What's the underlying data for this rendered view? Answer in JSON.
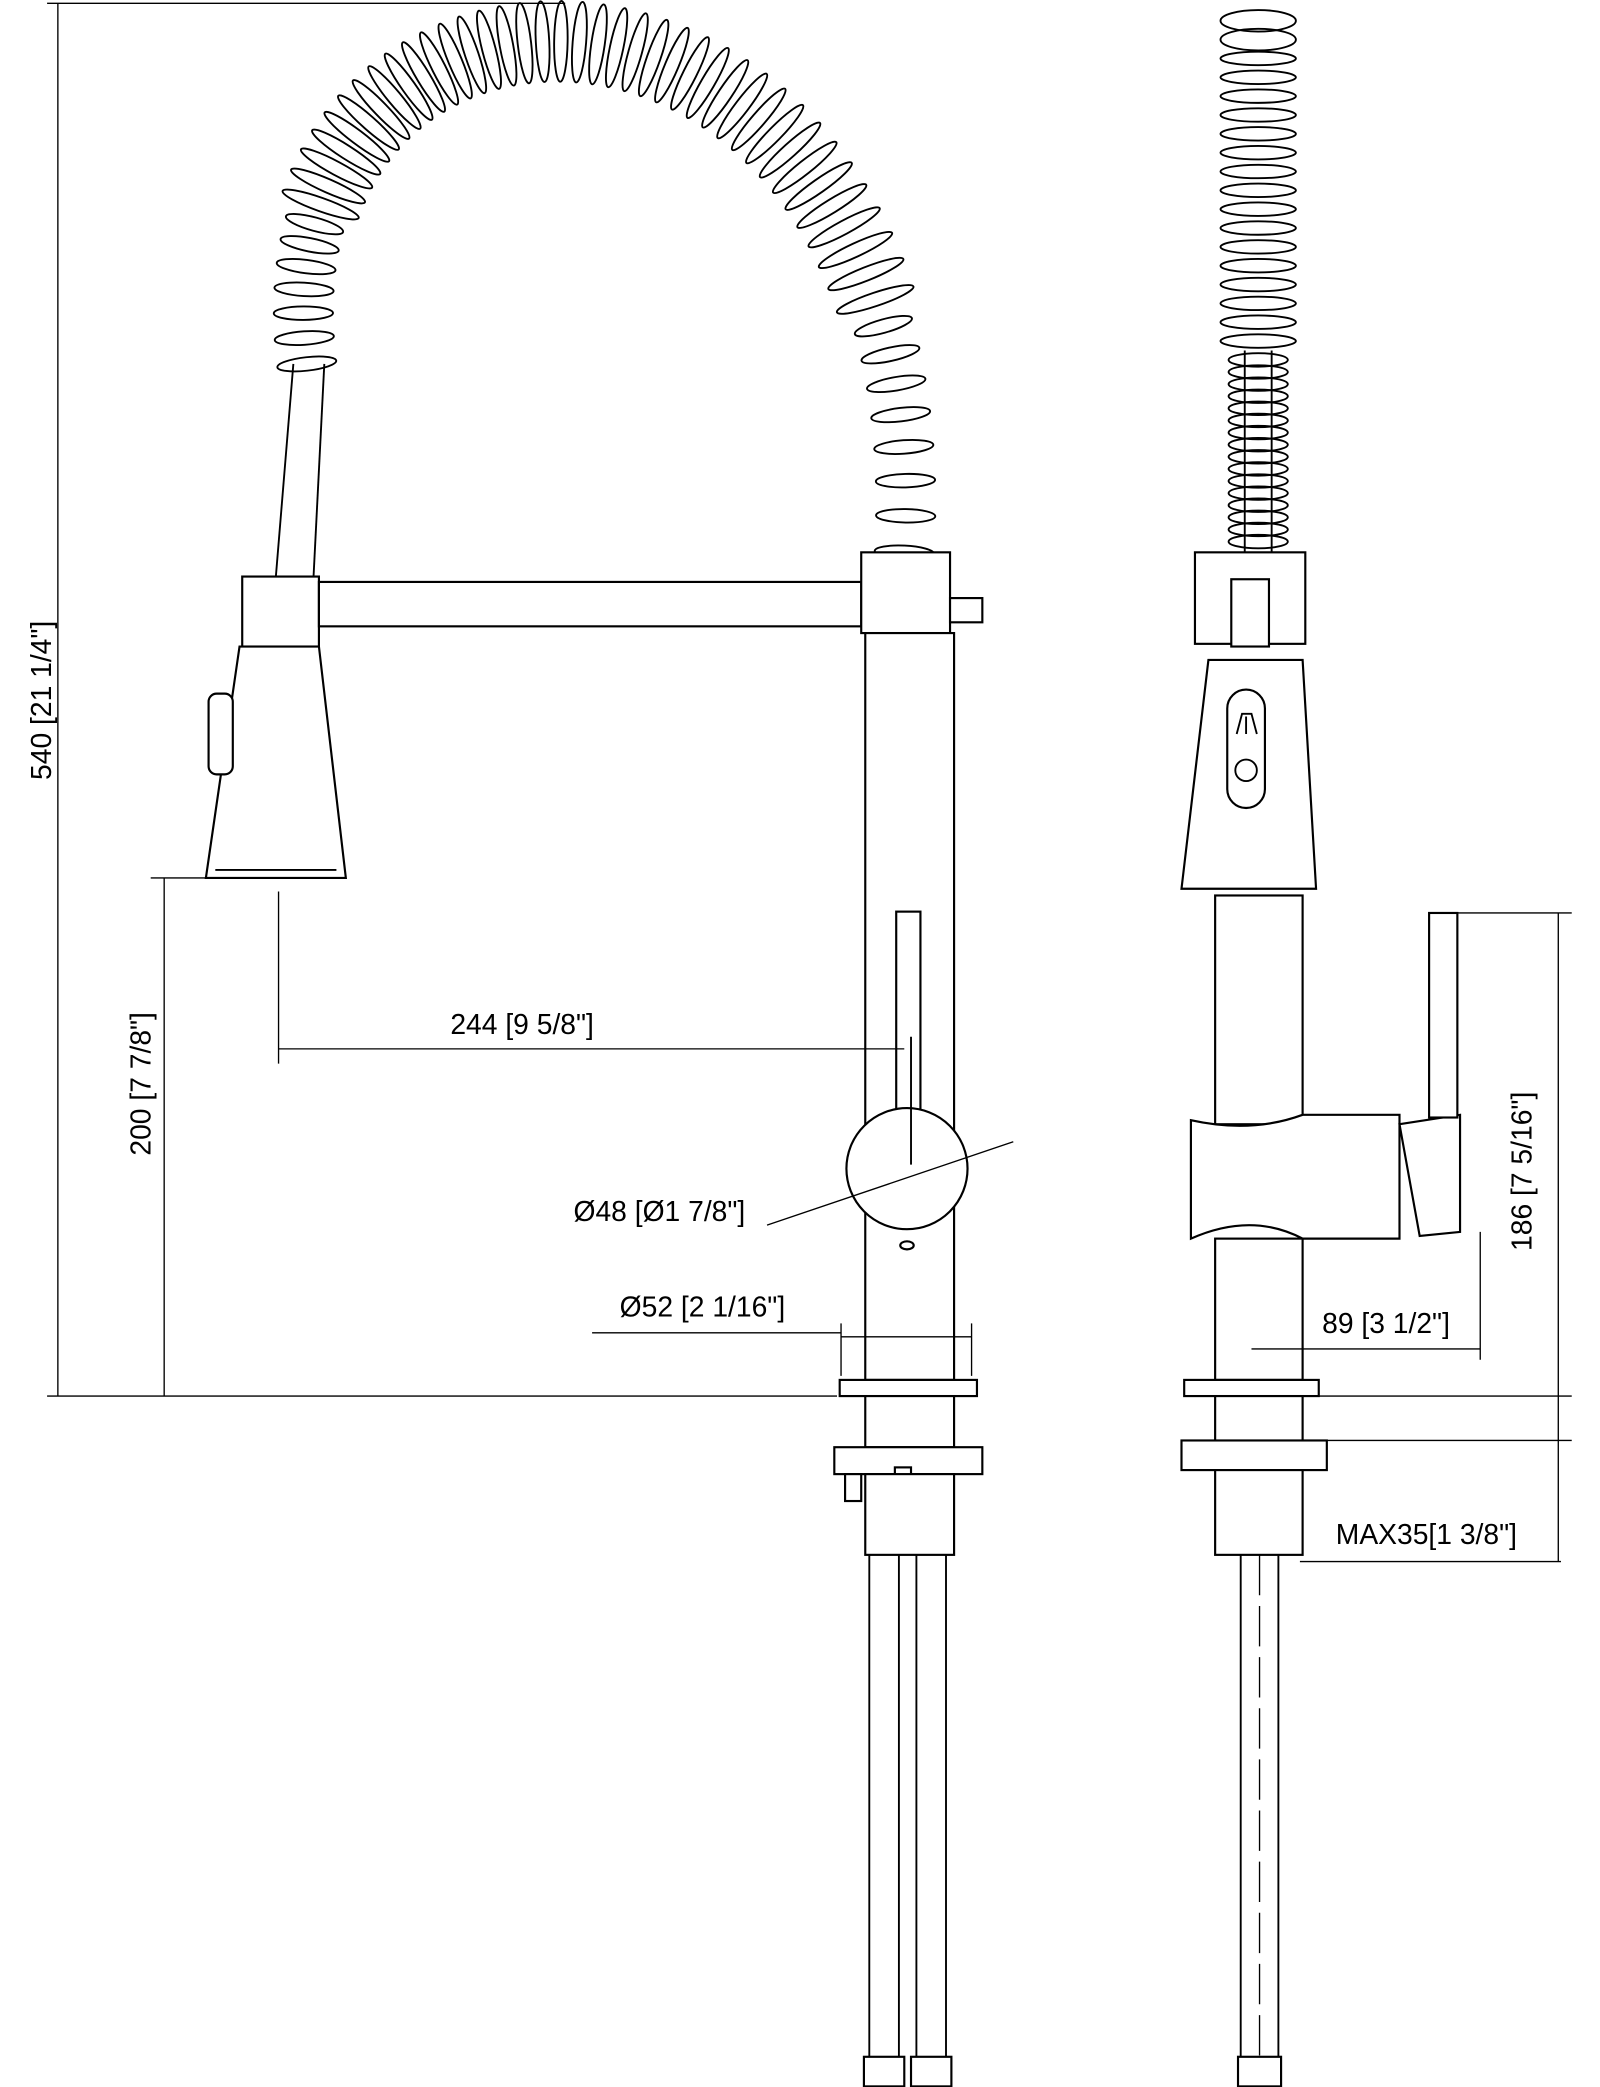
{
  "drawing": {
    "title": "Pull-down spring kitchen faucet dimension drawing",
    "units": "mm [inch]",
    "dimensions": {
      "total_height": "540 [21 1/4\"]",
      "spout_height": "200 [7 7/8\"]",
      "spout_reach": "244 [9 5/8\"]",
      "handle_diameter": "Ø48 [Ø1 7/8\"]",
      "base_diameter": "Ø52 [2 1/16\"]",
      "handle_height": "186 [7 5/16\"]",
      "handle_reach": "89 [3 1/2\"]",
      "max_deck_thickness": "MAX35[1 3/8\"]"
    },
    "line_color": "#000000",
    "background_color": "#ffffff"
  }
}
